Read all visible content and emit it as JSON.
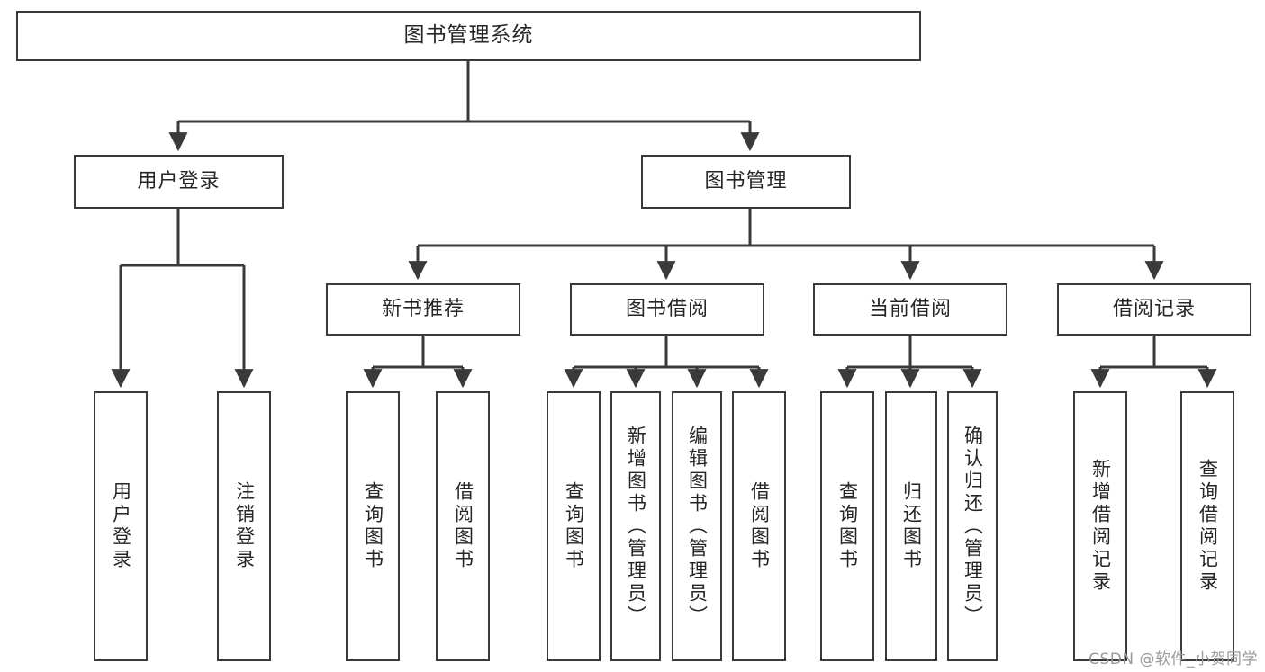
{
  "diagram": {
    "type": "tree",
    "title": "图书管理系统",
    "root": {
      "label": "图书管理系统"
    },
    "level1": [
      {
        "label": "用户登录"
      },
      {
        "label": "图书管理"
      }
    ],
    "level2": [
      {
        "label": "新书推荐"
      },
      {
        "label": "图书借阅"
      },
      {
        "label": "当前借阅"
      },
      {
        "label": "借阅记录"
      }
    ],
    "leaves": {
      "user_login": [
        {
          "label": "用户登录"
        },
        {
          "label": "注销登录"
        }
      ],
      "new_book_recommend": [
        {
          "label": "查询图书"
        },
        {
          "label": "借阅图书"
        }
      ],
      "book_borrow": [
        {
          "label": "查询图书"
        },
        {
          "label": "新增图书（管理员）"
        },
        {
          "label": "编辑图书（管理员）"
        },
        {
          "label": "借阅图书"
        }
      ],
      "current_borrow": [
        {
          "label": "查询图书"
        },
        {
          "label": "归还图书"
        },
        {
          "label": "确认归还（管理员）"
        }
      ],
      "borrow_record": [
        {
          "label": "新增借阅记录"
        },
        {
          "label": "查询借阅记录"
        }
      ]
    }
  },
  "watermark": {
    "text": "CSDN @软件_小贺同学"
  },
  "colors": {
    "stroke": "#3a3a3a",
    "text": "#262626",
    "background": "#ffffff",
    "watermark": "#9b9b9b"
  }
}
